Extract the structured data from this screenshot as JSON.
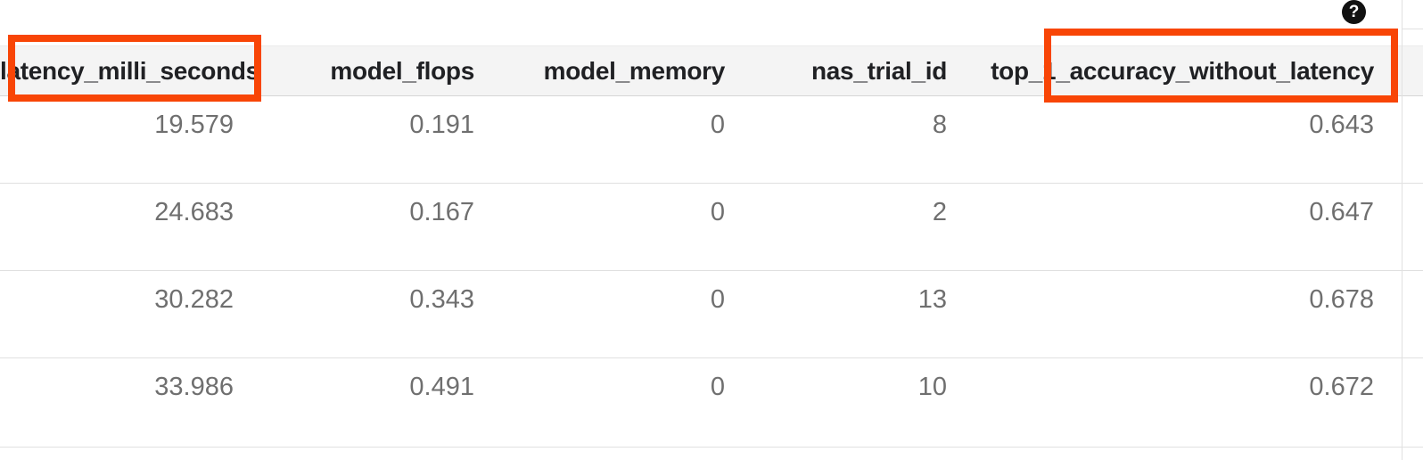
{
  "help": {
    "icon_glyph": "?"
  },
  "table": {
    "columns": [
      "latency_milli_seconds",
      "model_flops",
      "model_memory",
      "nas_trial_id",
      "top_1_accuracy_without_latency"
    ],
    "rows": [
      [
        "19.579",
        "0.191",
        "0",
        "8",
        "0.643"
      ],
      [
        "24.683",
        "0.167",
        "0",
        "2",
        "0.647"
      ],
      [
        "30.282",
        "0.343",
        "0",
        "13",
        "0.678"
      ],
      [
        "33.986",
        "0.491",
        "0",
        "10",
        "0.672"
      ]
    ]
  },
  "annotations": {
    "highlighted_columns": [
      "latency_milli_seconds",
      "top_1_accuracy_without_latency"
    ],
    "highlight_color": "#f84506"
  },
  "colors": {
    "header_background": "#f4f4f4",
    "header_text": "#202124",
    "cell_text": "#6f6f6f",
    "grid_line": "#e0e0e0",
    "help_icon_background": "#111111"
  }
}
